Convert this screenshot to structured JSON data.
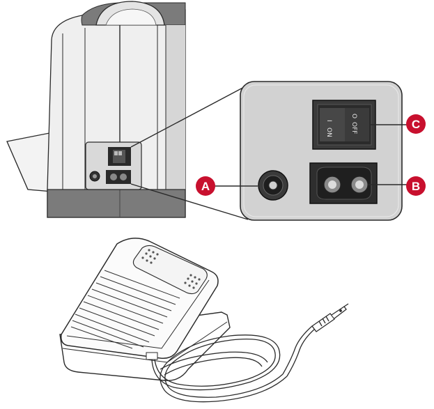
{
  "callouts": {
    "a": {
      "label": "A",
      "color": "#c8102e"
    },
    "b": {
      "label": "B",
      "color": "#c8102e"
    },
    "c": {
      "label": "C",
      "color": "#c8102e"
    }
  },
  "switch": {
    "on_symbol": "I",
    "on_text": "ON",
    "off_symbol": "O",
    "off_text": "OFF"
  },
  "colors": {
    "body_light": "#eeeeee",
    "body_dark": "#7a7a7a",
    "panel": "#d2d2d2",
    "outline": "#2a2a2a"
  },
  "icons": [
    "sewing-machine-side",
    "power-switch",
    "foot-control-socket",
    "power-cord-socket",
    "foot-control-pedal",
    "cord-plug"
  ]
}
